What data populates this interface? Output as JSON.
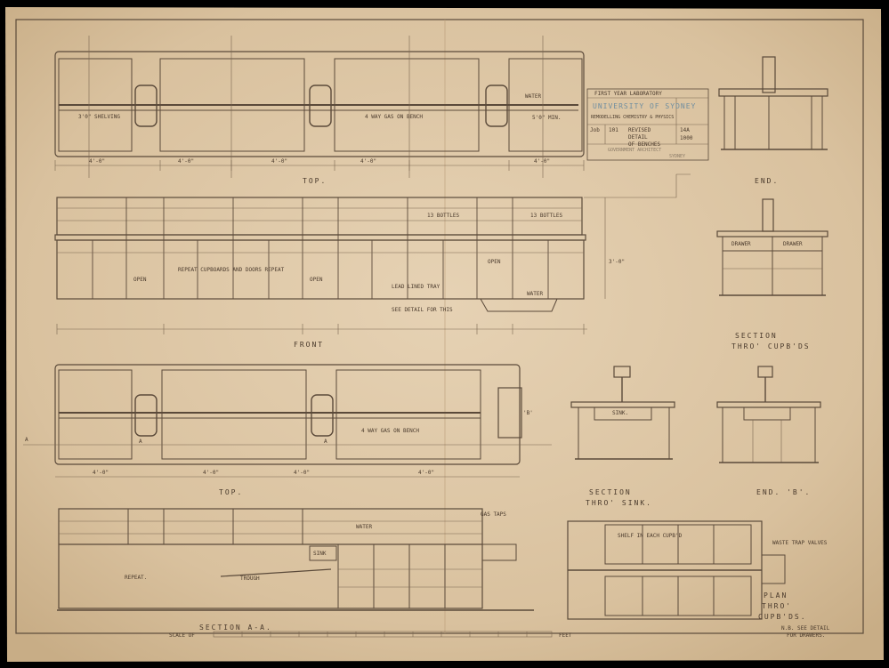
{
  "title_block": {
    "line1": "FIRST YEAR LABORATORY",
    "university": "UNIVERSITY OF SYDNEY",
    "line3": "REMODELLING CHEMISTRY & PHYSICS",
    "job_label": "Job",
    "job_no": "101",
    "revised": "REVISED",
    "detail": "DETAIL",
    "of_benches": "OF BENCHES",
    "sheet_no": "14A",
    "scale_no": "1000",
    "architect": "GOVERNMENT ARCHITECT",
    "city": "SYDNEY"
  },
  "views": {
    "top1_label": "TOP.",
    "front_label": "FRONT",
    "top2_label": "TOP.",
    "section_aa": "SECTION  A-A.",
    "end1": "END.",
    "section_cupd": "SECTION",
    "section_cupd2": "THRO' CUPB'DS",
    "section_sink": "SECTION",
    "section_sink2": "THRO' SINK.",
    "end_b": "END.  'B'.",
    "plan": "PLAN",
    "plan2": "THRO'",
    "plan3": "CUPB'DS.",
    "note1": "N.B. SEE DETAIL",
    "note2": "FOR DRAWERS."
  },
  "notes": {
    "shelving": "3'0\" SHELVING",
    "sink": "SINK",
    "gas4": "4 WAY GAS ON BENCH",
    "water": "WATER",
    "dim_50min": "5'0\" MIN.",
    "dims": [
      "4'-0\"",
      "4'-0\"",
      "4'-0\"",
      "4'-0\"",
      "4'-0\""
    ],
    "bottles1": "13 BOTTLES",
    "bottles2": "13 BOTTLES",
    "repeat_front": "REPEAT     CUPBOARDS     AND DOORS     REPEAT",
    "open": "OPEN",
    "lead_tray": "LEAD LINED TRAY",
    "see_detail": "SEE DETAIL FOR THIS",
    "repeat_aa": "REPEAT.",
    "trough": "TROUGH",
    "shelf_each": "SHELF   IN   EACH   CUPB'D",
    "waste": "WASTE TRAP VALVES",
    "scale_label": "SCALE OF",
    "feet": "FEET",
    "height": "3'-0\"",
    "drawer": "DRAWER",
    "sink_s": "SINK.",
    "gas_taps": "GAS TAPS",
    "a_mark": "A",
    "b_mark": "'B'"
  }
}
